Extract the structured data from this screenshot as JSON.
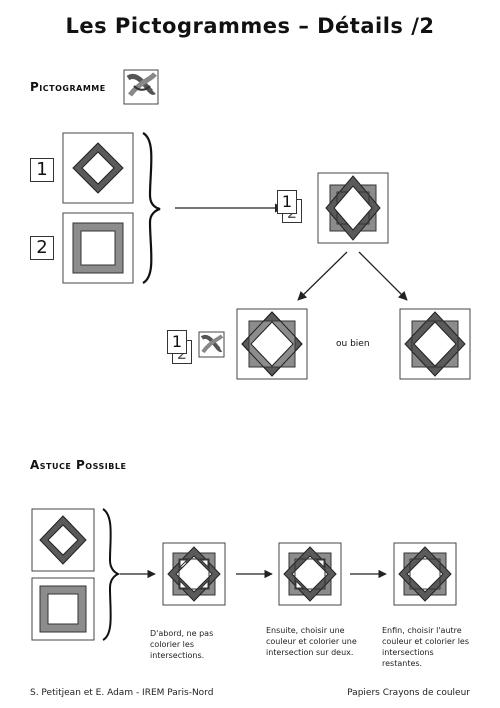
{
  "title": "Les Pictogrammes – Détails /2",
  "section_pictogramme": "Pictogramme",
  "section_astuce": "Astuce Possible",
  "box_label_1": "1",
  "box_label_2": "2",
  "ou_bien": "ou bien",
  "captions": [
    "D'abord, ne pas colorier les intersections.",
    "Ensuite, choisir une couleur et colorier une intersection sur deux.",
    "Enfin, choisir l'autre couleur et colorier les intersections restantes."
  ],
  "footer_left": "S. Petitjean et E. Adam - IREM Paris-Nord",
  "footer_right": "Papiers Crayons de couleur",
  "colors": {
    "dark_gray": "#5a5a5a",
    "light_gray": "#8c8c8c",
    "border": "#444444"
  }
}
